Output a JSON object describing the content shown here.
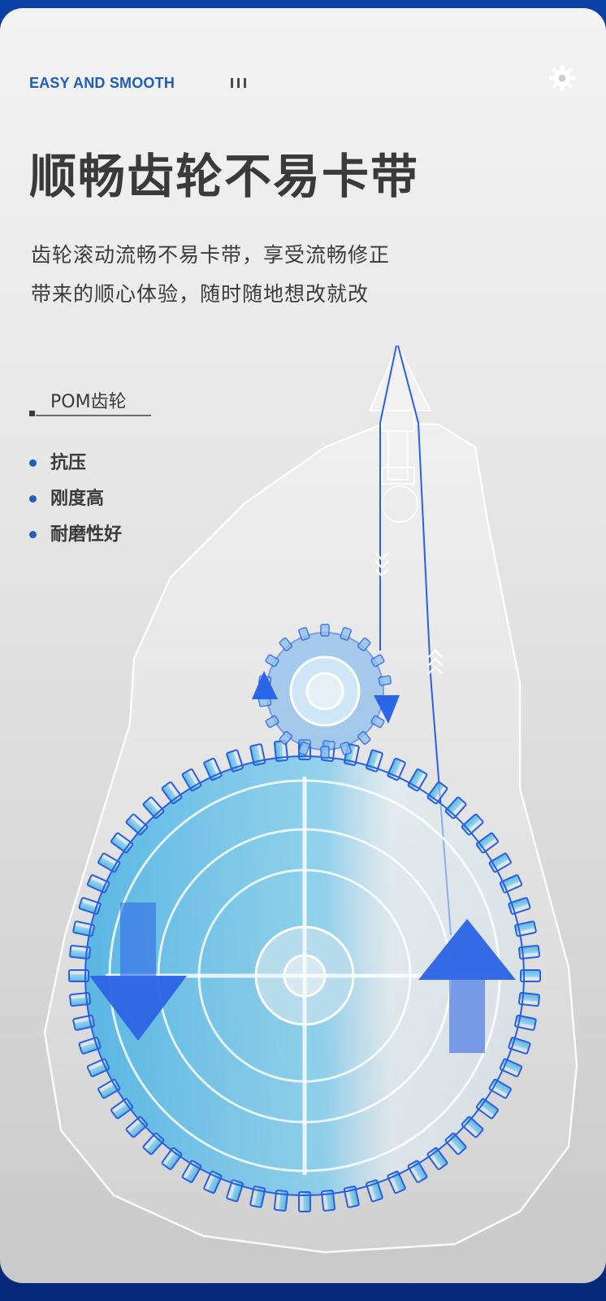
{
  "header": {
    "eyebrow": "EASY AND SMOOTH",
    "settings_icon": "gear-icon"
  },
  "headline": "顺畅齿轮不易卡带",
  "description": {
    "line1": "齿轮滚动流畅不易卡带，享受流畅修正",
    "line2": "带来的顺心体验，随时随地想改就改"
  },
  "material": {
    "label": "POM齿轮"
  },
  "features": [
    {
      "label": "抗压"
    },
    {
      "label": "刚度高"
    },
    {
      "label": "耐磨性好"
    }
  ],
  "colors": {
    "accent": "#1e5eb8",
    "gear_blue": "#4fb8e6",
    "arrow_blue": "#1f63e8",
    "text": "#3a3a3a",
    "frame": "#0a3fa6"
  },
  "illustration": {
    "gear_icon": "large-gear-icon",
    "small_gear_icon": "small-gear-icon",
    "arrow_icons": [
      "down-arrow-icon",
      "up-arrow-icon"
    ]
  }
}
